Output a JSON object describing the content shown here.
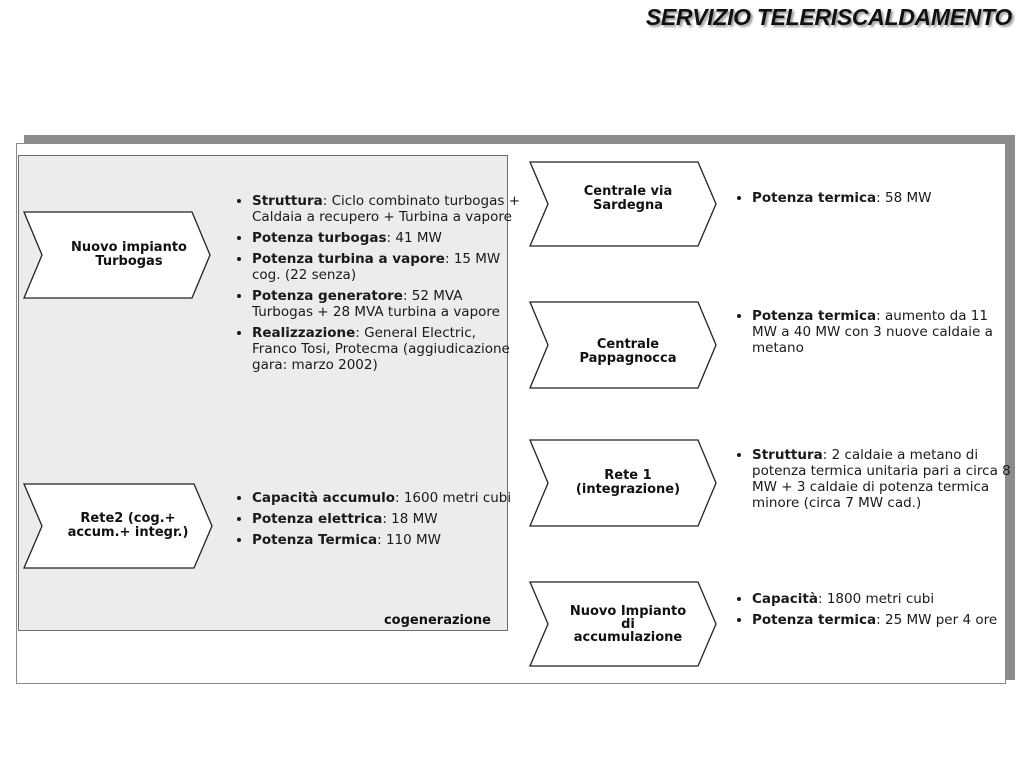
{
  "header": {
    "title": "SERVIZIO TELERISCALDAMENTO"
  },
  "cogenerazione": {
    "label": "cogenerazione",
    "blocks": [
      {
        "chevron": "Nuovo impianto\nTurbogas",
        "bullets": [
          {
            "key": "Struttura",
            "sep": ": ",
            "text": "Ciclo combinato turbogas + Caldaia a recupero + Turbina a vapore"
          },
          {
            "key": "Potenza turbogas",
            "sep": ": ",
            "text": "41 MW"
          },
          {
            "key": "Potenza turbina a vapore",
            "sep": ": ",
            "text": "15 MW cog. (22 senza)"
          },
          {
            "key": "Potenza generatore",
            "sep": ": ",
            "text": "52 MVA Turbogas + 28 MVA turbina a vapore"
          },
          {
            "key": "Realizzazione",
            "sep": ": ",
            "text": "General Electric, Franco Tosi, Protecma (aggiudicazione gara: marzo 2002)"
          }
        ]
      },
      {
        "chevron": "Rete2 (cog.+\naccum.+ integr.)",
        "bullets": [
          {
            "key": "Capacità accumulo",
            "sep": ": ",
            "text": "1600 metri cubi"
          },
          {
            "key": "Potenza elettrica",
            "sep": ": ",
            "text": "18 MW"
          },
          {
            "key": "Potenza Termica",
            "sep": ": ",
            "text": "110 MW"
          }
        ]
      }
    ]
  },
  "right_blocks": [
    {
      "chevron": "Centrale via\nSardegna",
      "bullets": [
        {
          "key": "Potenza termica",
          "sep": ": ",
          "text": "58 MW"
        }
      ]
    },
    {
      "chevron": "Centrale\nPappagnocca",
      "bullets": [
        {
          "key": "Potenza termica",
          "sep": ": ",
          "text": "aumento da 11 MW a 40 MW con 3 nuove caldaie a metano"
        }
      ]
    },
    {
      "chevron": "Rete 1\n(integrazione)",
      "bullets": [
        {
          "key": "Struttura",
          "sep": ": ",
          "text": "2 caldaie a metano di potenza termica unitaria pari a circa 8 MW + 3 caldaie di potenza termica minore (circa 7 MW cad.)"
        }
      ]
    },
    {
      "chevron": "Nuovo Impianto\ndi\naccumulazione",
      "bullets": [
        {
          "key": "Capacità",
          "sep": ": ",
          "text": "1800 metri cubi"
        },
        {
          "key": "Potenza termica",
          "sep": ": ",
          "text": "25 MW per 4 ore"
        }
      ]
    }
  ]
}
